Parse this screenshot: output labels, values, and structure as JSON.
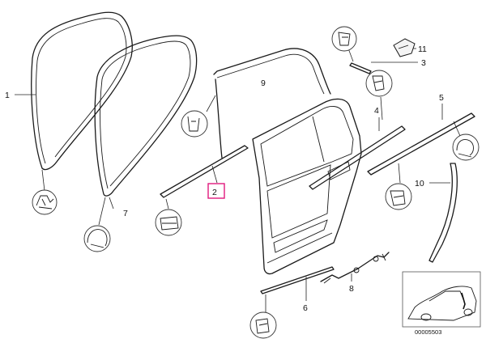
{
  "diagram": {
    "part_labels": {
      "p1": "1",
      "p2": "2",
      "p3": "3",
      "p4": "4",
      "p5": "5",
      "p6": "6",
      "p7": "7",
      "p8": "8",
      "p9": "9",
      "p10": "10",
      "p11": "11"
    },
    "highlighted_part": "2",
    "highlight_color": "#e0197d",
    "figure_number": "00005503"
  }
}
